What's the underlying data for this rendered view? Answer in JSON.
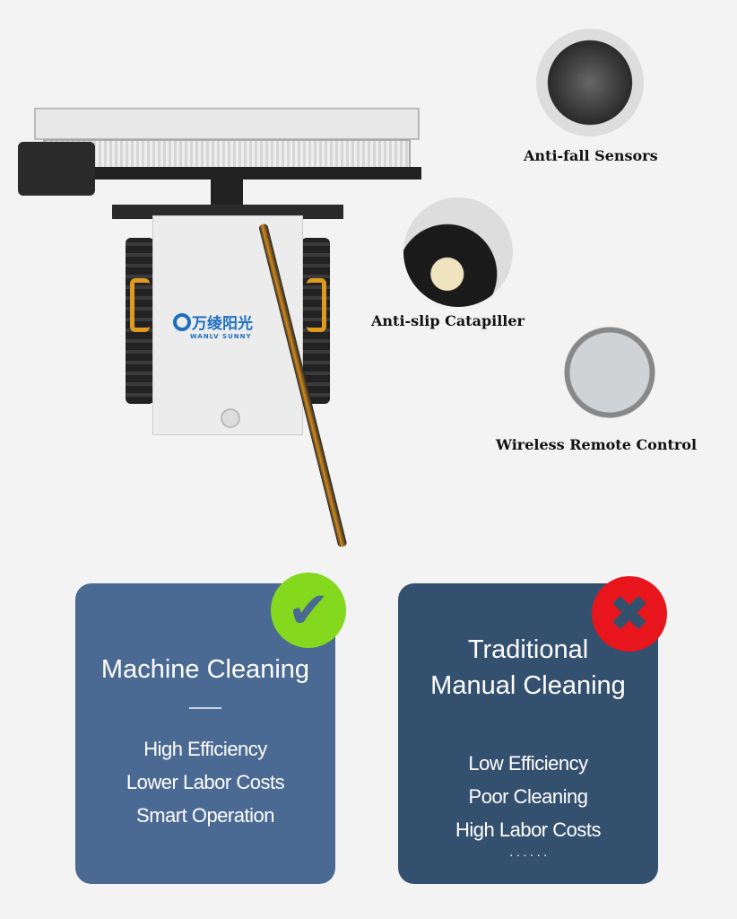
{
  "product": {
    "logo_text_cn": "万绫阳光",
    "logo_text_en": "WANLV SUNNY"
  },
  "features": [
    {
      "label": "Anti-fall Sensors",
      "icon": "sensor-photo"
    },
    {
      "label": "Anti-slip Catapiller",
      "icon": "caterpillar-wheel-photo"
    },
    {
      "label": "Wireless Remote Control",
      "icon": "remote-control-photo"
    }
  ],
  "comparison": {
    "machine": {
      "title": "Machine Cleaning",
      "badge_icon": "check-icon",
      "badge_color": "#84d81e",
      "card_color": "#4a6a94",
      "points": [
        "High Efficiency",
        "Lower Labor Costs",
        "Smart Operation"
      ]
    },
    "manual": {
      "title_line1": "Traditional",
      "title_line2": "Manual Cleaning",
      "badge_icon": "cross-icon",
      "badge_color": "#e8151c",
      "card_color": "#34506f",
      "points": [
        "Low Efficiency",
        "Poor Cleaning",
        "High Labor Costs"
      ],
      "ellipsis": "· · · · · ·"
    }
  }
}
